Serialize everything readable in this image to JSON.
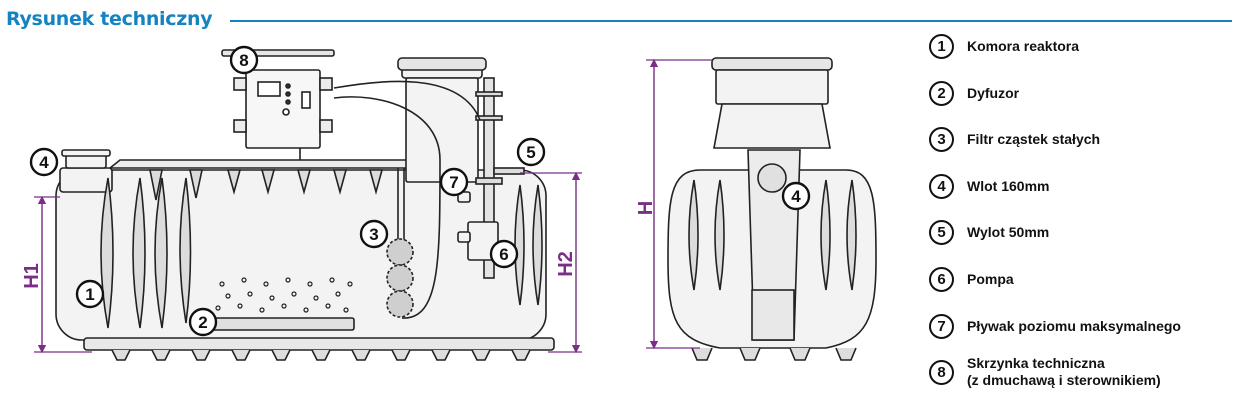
{
  "header": {
    "title": "Rysunek techniczny"
  },
  "dimensions": {
    "h1": "H1",
    "h2": "H2",
    "h": "H"
  },
  "callouts": [
    "1",
    "2",
    "3",
    "4",
    "5",
    "6",
    "7",
    "8"
  ],
  "legend": [
    {
      "num": "1",
      "label": "Komora reaktora"
    },
    {
      "num": "2",
      "label": "Dyfuzor"
    },
    {
      "num": "3",
      "label": "Filtr cząstek stałych"
    },
    {
      "num": "4",
      "label": "Wlot 160mm"
    },
    {
      "num": "5",
      "label": "Wylot 50mm"
    },
    {
      "num": "6",
      "label": "Pompa"
    },
    {
      "num": "7",
      "label": "Pływak poziomu maksymalnego"
    },
    {
      "num": "8",
      "label": "Skrzynka techniczna",
      "label2": "(z dmuchawą i sterownikiem)"
    }
  ],
  "colors": {
    "accent": "#1583c2",
    "dimension": "#7a2e86",
    "outline": "#222222",
    "fill": "#f3f3f3"
  }
}
